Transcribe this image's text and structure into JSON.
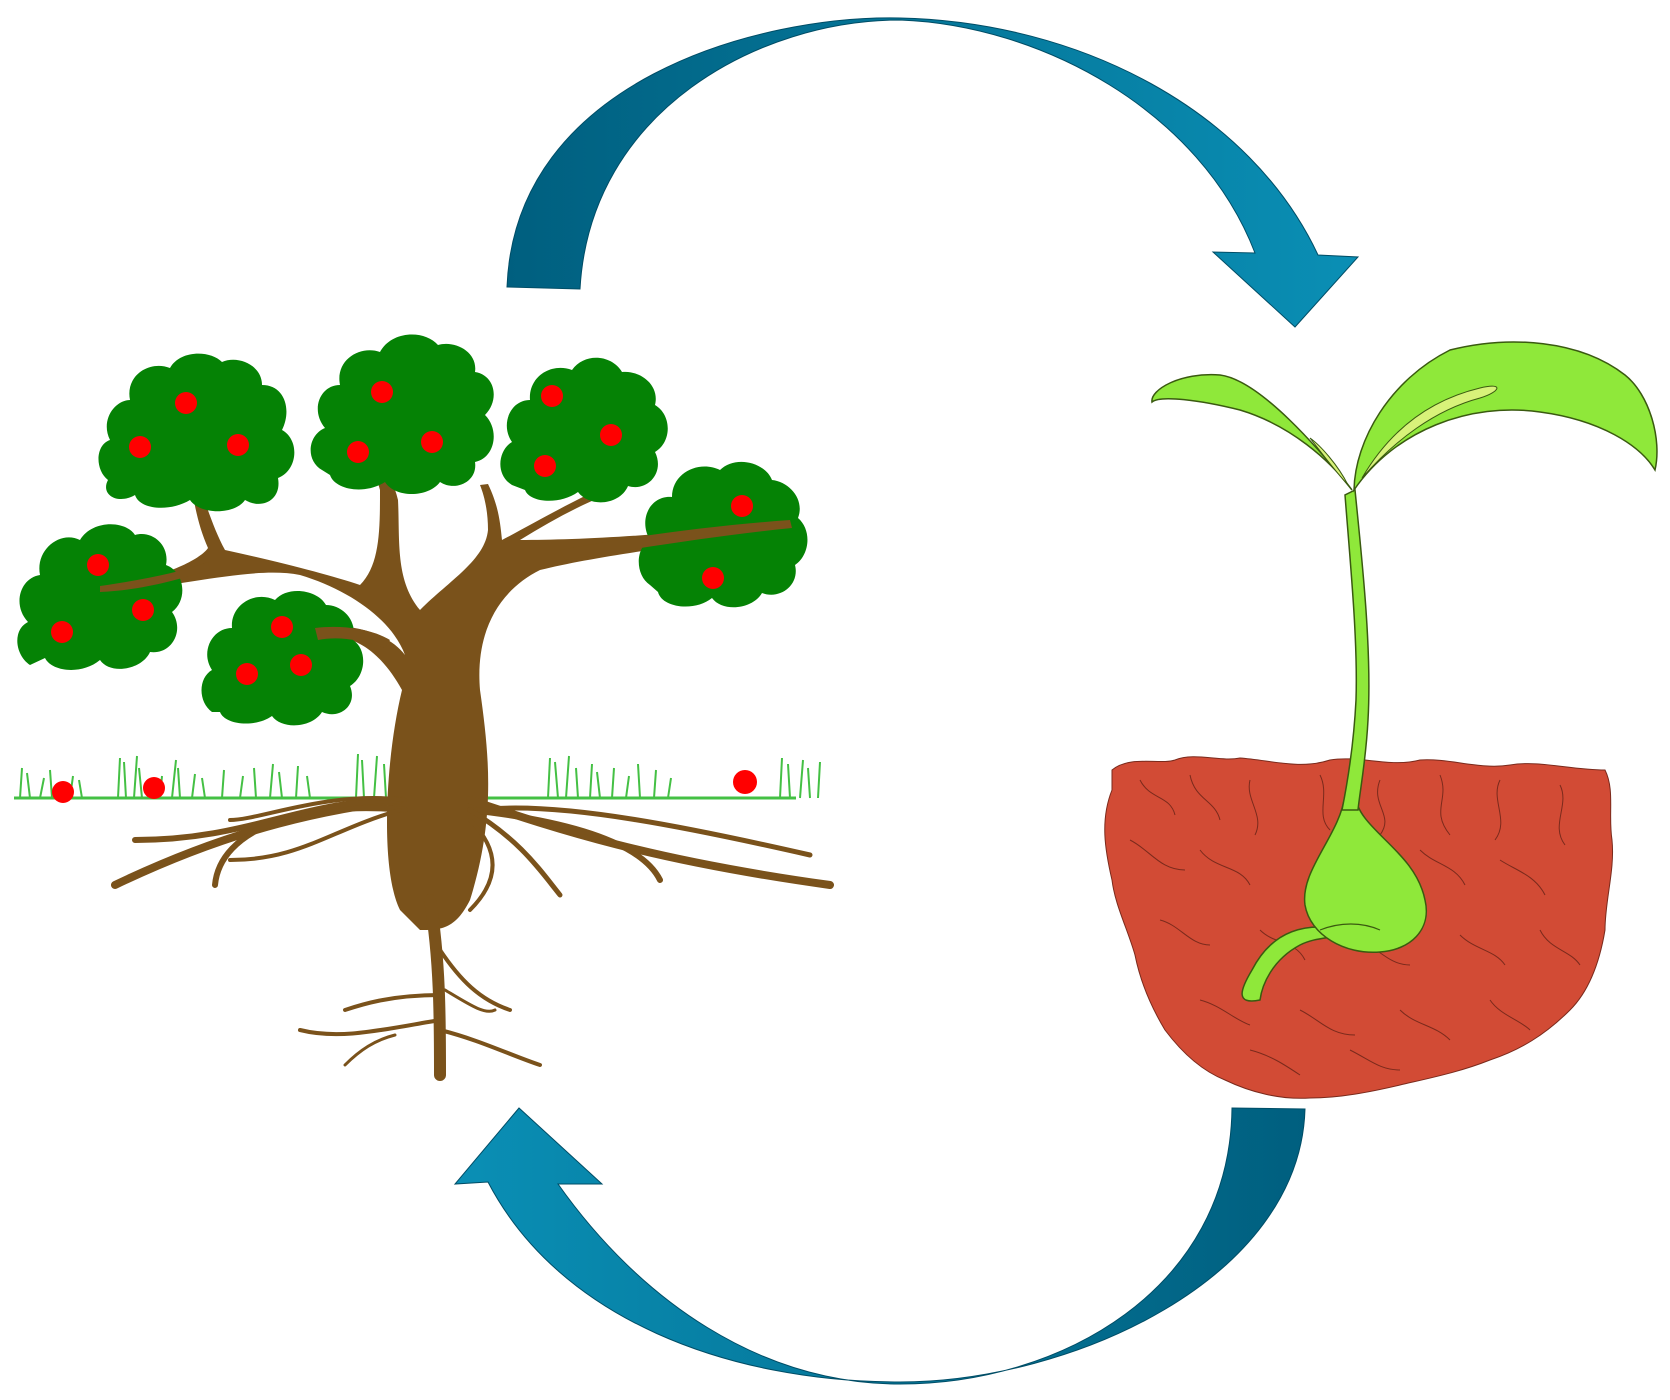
{
  "diagram": {
    "kind": "life-cycle",
    "stages": [
      {
        "id": "mature-tree",
        "icon": "fruit-tree-icon"
      },
      {
        "id": "seedling",
        "icon": "seedling-icon"
      }
    ],
    "arrows": [
      {
        "id": "top-arrow",
        "from": "mature-tree",
        "to": "seedling"
      },
      {
        "id": "bottom-arrow",
        "from": "seedling",
        "to": "mature-tree"
      }
    ],
    "colors": {
      "arrow_dark": "#005f7f",
      "arrow_light": "#0a8fb5",
      "foliage": "#058205",
      "fruit": "#ff0000",
      "trunk": "#7a521b",
      "grass": "#44c044",
      "leaf": "#8fe83a",
      "leaf_highlight": "#d8f27a",
      "soil": "#d24b35",
      "soil_stroke": "#7a2a1c",
      "background": "#ffffff"
    }
  }
}
